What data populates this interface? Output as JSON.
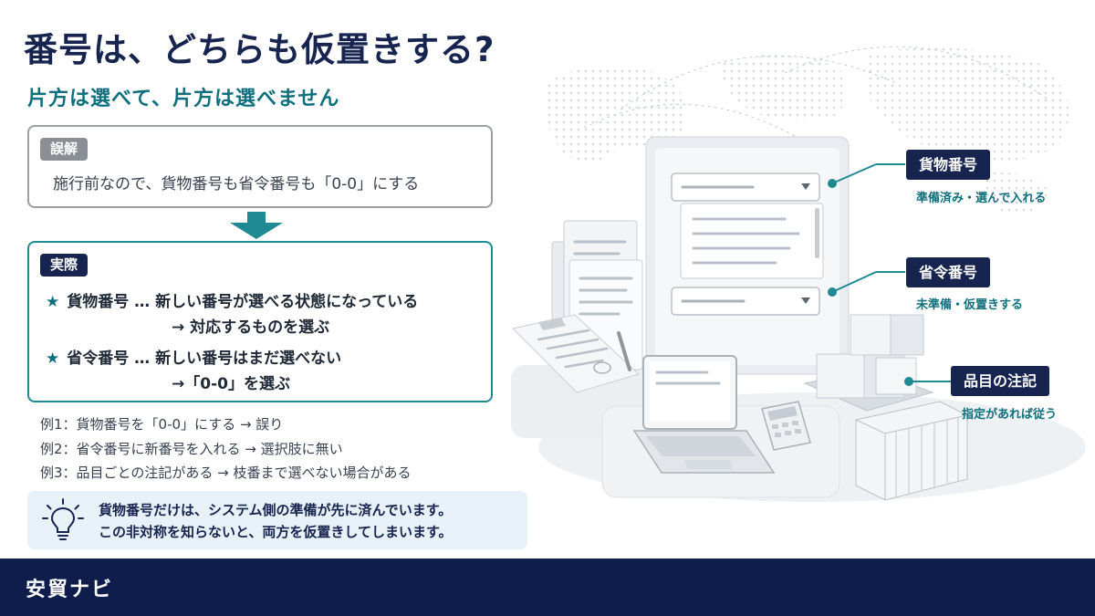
{
  "title": "番号は、どちらも仮置きする?",
  "subtitle": "片方は選べて、片方は選べません",
  "misconception": {
    "tag": "誤解",
    "text": "施行前なので、貨物番号も省令番号も「0-0」にする"
  },
  "actual": {
    "tag": "実際",
    "rows": [
      {
        "star": "★",
        "label": "貨物番号 … 新しい番号が選べる状態になっている",
        "follow": "→ 対応するものを選ぶ"
      },
      {
        "star": "★",
        "label": "省令番号 … 新しい番号はまだ選べない",
        "follow": "→「0-0」を選ぶ"
      }
    ]
  },
  "examples": [
    "例1：貨物番号を「0-0」にする → 誤り",
    "例2：省令番号に新番号を入れる → 選択肢に無い",
    "例3：品目ごとの注記がある → 枝番まで選べない場合がある"
  ],
  "tip": {
    "line1": "貨物番号だけは、システム側の準備が先に済んでいます。",
    "line2": "この非対称を知らないと、両方を仮置きしてしまいます。"
  },
  "callouts": [
    {
      "label": "貨物番号",
      "sub": "準備済み・選んで入れる"
    },
    {
      "label": "省令番号",
      "sub": "未準備・仮置きする"
    },
    {
      "label": "品目の注記",
      "sub": "指定があれば従う"
    }
  ],
  "brand": "安貿ナビ",
  "colors": {
    "navy": "#16244f",
    "teal": "#0f6f7c",
    "footer": "#0f1d4c"
  }
}
